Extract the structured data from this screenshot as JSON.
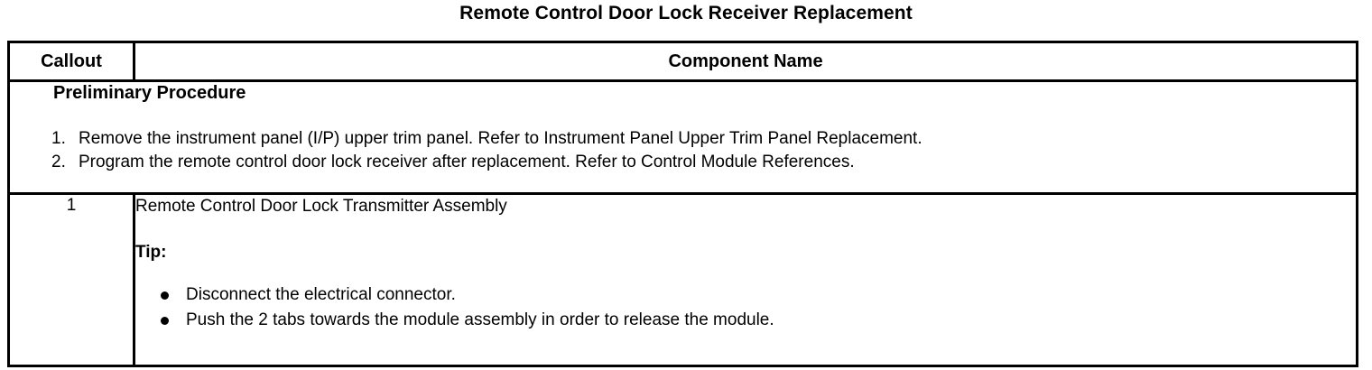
{
  "document": {
    "title": "Remote Control Door Lock Receiver Replacement"
  },
  "table": {
    "headers": {
      "callout": "Callout",
      "component_name": "Component Name"
    },
    "preliminary": {
      "heading": "Preliminary Procedure",
      "steps": [
        "Remove the instrument panel (I/P) upper trim panel. Refer to Instrument Panel Upper Trim Panel Replacement.",
        "Program the remote control door lock receiver after replacement. Refer to Control Module References."
      ]
    },
    "rows": [
      {
        "callout": "1",
        "component_name": "Remote Control Door Lock Transmitter Assembly",
        "tip_label": "Tip:",
        "tips": [
          "Disconnect the electrical connector.",
          "Push the 2 tabs towards the module assembly in order to release the module."
        ]
      }
    ]
  },
  "colors": {
    "text": "#000000",
    "border": "#000000",
    "background": "#ffffff"
  }
}
